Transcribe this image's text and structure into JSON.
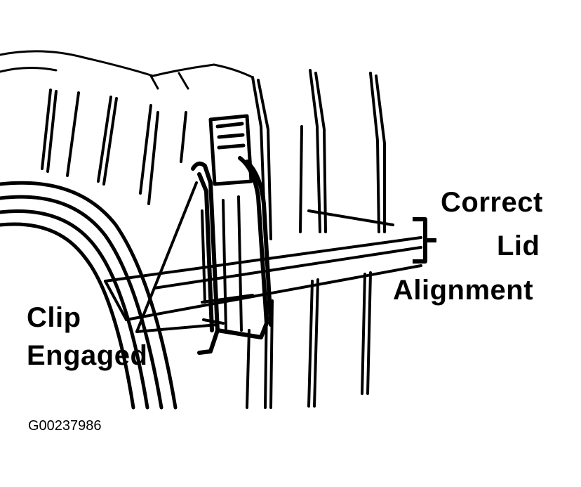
{
  "labels": {
    "correct": "Correct",
    "lid": "Lid",
    "alignment": "Alignment",
    "clip": "Clip",
    "engaged": "Engaged"
  },
  "figure_id": "G00237986",
  "colors": {
    "ink": "#000000",
    "paper": "#ffffff"
  }
}
